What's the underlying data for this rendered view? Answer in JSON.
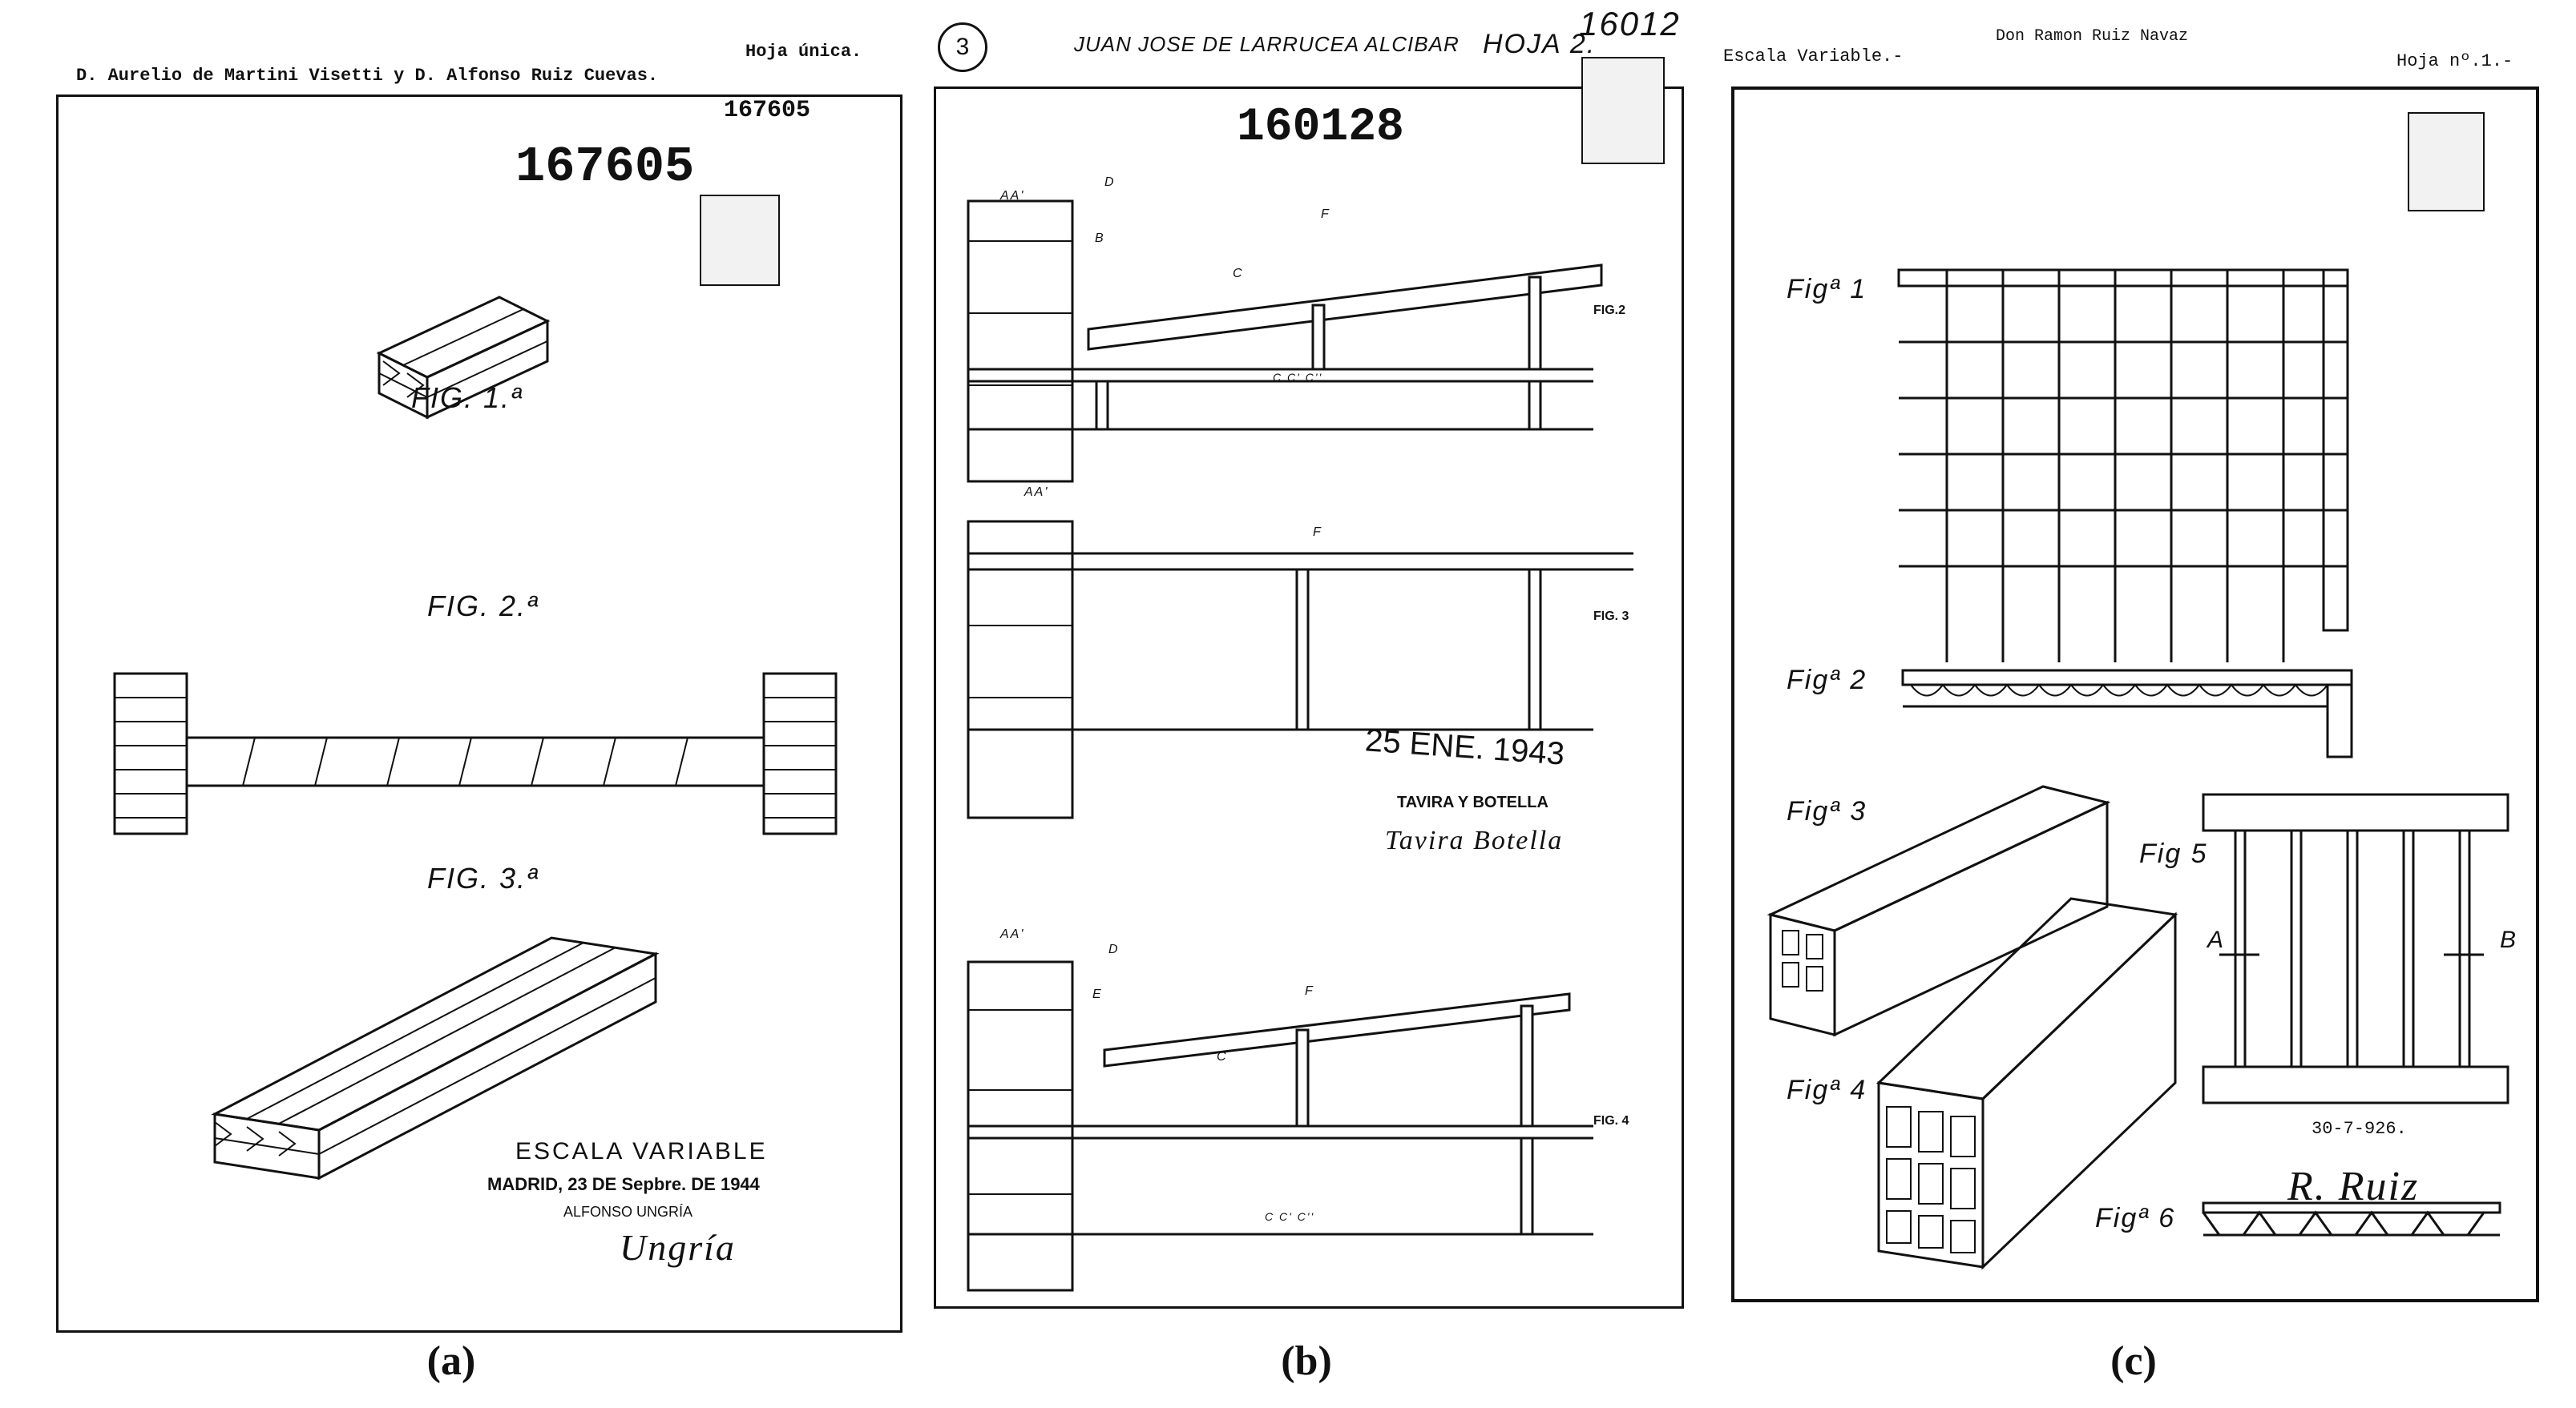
{
  "panel_a": {
    "header_left": "D. Aurelio de Martini Visetti y D. Alfonso Ruiz Cuevas.",
    "header_right": "Hoja única.",
    "top_number": "167605",
    "stamp_number": "167605",
    "fig1_label": "FIG. 1.ª",
    "fig2_label": "FIG. 2.ª",
    "fig3_label": "FIG. 3.ª",
    "scale_text": "ESCALA VARIABLE",
    "date_text": "MADRID, 23 DE Sepbre. DE 1944",
    "agent_text": "ALFONSO UNGRÍA",
    "signature_text": "Ungría",
    "caption": "(a)"
  },
  "panel_b": {
    "sheet_circle": "3",
    "header_name": "JUAN JOSE DE LARRUCEA ALCIBAR",
    "header_sheet": "HOJA 2.",
    "handwritten_number": "16012",
    "stamp_number": "160128",
    "fig2_label": "FIG.2",
    "fig3_label": "FIG. 3",
    "fig4_label": "FIG. 4",
    "labels": {
      "aa": "AA'",
      "d": "D",
      "b": "B",
      "f": "F",
      "c": "C",
      "e": "E",
      "ccc": "C C' C''"
    },
    "date_stamp": "25 ENE. 1943",
    "firm_text": "TAVIRA Y BOTELLA",
    "signature_text": "Tavira Botella",
    "caption": "(b)"
  },
  "panel_c": {
    "header_left": "Escala Variable.-",
    "header_center": "Don Ramon Ruiz Navaz",
    "header_right": "Hoja nº.1.-",
    "fig1_label": "Figª 1",
    "fig2_label": "Figª 2",
    "fig3_label": "Figª 3",
    "fig4_label": "Figª 4",
    "fig5_label": "Fig 5",
    "fig6_label": "Figª 6",
    "section_a": "A",
    "section_b": "B",
    "date_text": "30-7-926.",
    "signature_text": "R. Ruiz",
    "caption": "(c)"
  }
}
